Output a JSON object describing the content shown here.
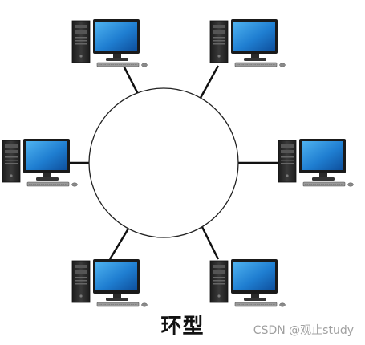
{
  "diagram": {
    "title": "环型",
    "nodes": [
      {
        "id": "computer-top-left",
        "icon": "desktop-computer-icon"
      },
      {
        "id": "computer-top-right",
        "icon": "desktop-computer-icon"
      },
      {
        "id": "computer-left",
        "icon": "desktop-computer-icon"
      },
      {
        "id": "computer-right",
        "icon": "desktop-computer-icon"
      },
      {
        "id": "computer-bottom-left",
        "icon": "desktop-computer-icon"
      },
      {
        "id": "computer-bottom-right",
        "icon": "desktop-computer-icon"
      }
    ],
    "colors": {
      "screen": "#1f7ed1",
      "tower": "#2b2b2b",
      "line": "#111111",
      "ring": "#222222"
    }
  },
  "watermark": "CSDN @观止study"
}
